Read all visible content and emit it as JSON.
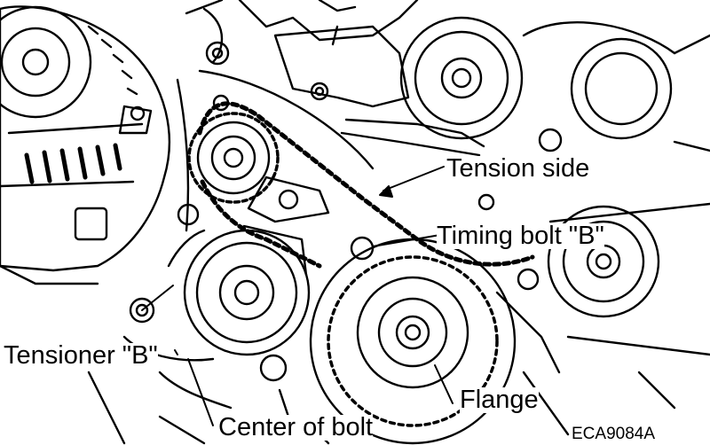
{
  "labels": {
    "tension_side": "Tension side",
    "timing_bolt": "Timing bolt \"B\"",
    "tensioner": "Tensioner \"B\"",
    "flange": "Flange",
    "center_of_bolt": "Center of bolt",
    "figure_code": "ECA9084A"
  },
  "colors": {
    "ink": "#000000",
    "paper": "#ffffff"
  }
}
